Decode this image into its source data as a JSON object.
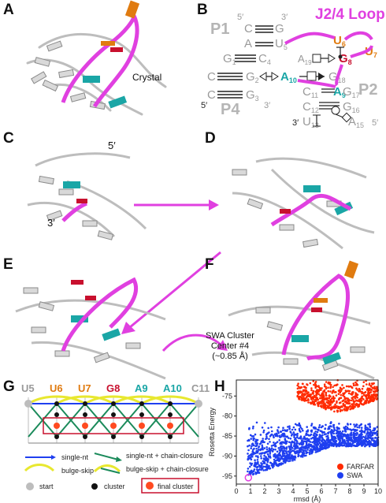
{
  "panels": {
    "A": {
      "letter": "A",
      "label": "Crystal"
    },
    "B": {
      "letter": "B",
      "title": "J2/4 Loop",
      "p1": "P1",
      "p2": "P2",
      "p4": "P4",
      "five_top": "5′",
      "three_top": "3′",
      "five_left": "5′",
      "three_left": "3′",
      "five_right": "5′",
      "three_bottom": "3′",
      "nts": {
        "C_p1": "C",
        "G_p1": "G",
        "A_p1": "A",
        "U5": "U5",
        "G1": "G1",
        "C4": "C4",
        "C_left": "C",
        "G2": "G2",
        "A10": "A10",
        "G18": "G18",
        "C_p4": "C",
        "G3": "G3",
        "A9": "A9",
        "C11": "C11",
        "G17": "G17",
        "C12": "C12",
        "G16": "G16",
        "U13": "U13",
        "A15": "A15",
        "G14": "G14",
        "U6": "U6",
        "G8": "G8",
        "U7": "U7",
        "A19": "A19"
      }
    },
    "C": {
      "letter": "C",
      "five": "5′",
      "three": "3′"
    },
    "D": {
      "letter": "D"
    },
    "E": {
      "letter": "E"
    },
    "F": {
      "letter": "F",
      "label_lines": [
        "SWA Cluster",
        "Center #4",
        "(~0.85 Å)"
      ]
    },
    "G": {
      "letter": "G",
      "columns": [
        {
          "name": "U5",
          "color": "#9a9a9a"
        },
        {
          "name": "U6",
          "color": "#e07b10"
        },
        {
          "name": "U7",
          "color": "#e07b10"
        },
        {
          "name": "G8",
          "color": "#c8102e"
        },
        {
          "name": "A9",
          "color": "#1aa6a6"
        },
        {
          "name": "A10",
          "color": "#1aa6a6"
        },
        {
          "name": "C11",
          "color": "#9a9a9a"
        }
      ],
      "legend": {
        "single_nt": "single-nt",
        "single_nt_chain": "single-nt + chain-closure",
        "bulge_skip": "bulge-skip",
        "bulge_skip_chain": "bulge-skip + chain-closure",
        "start": "start",
        "cluster": "cluster",
        "final_cluster": "final cluster"
      }
    },
    "H": {
      "letter": "H"
    }
  },
  "colors": {
    "magenta": "#e040e0",
    "orange": "#e07b10",
    "red": "#c8102e",
    "cyan": "#1aa6a6",
    "farfar": "#ff2a00",
    "swa": "#1f3ff0",
    "grey": "#9a9a9a"
  },
  "chart_data": {
    "type": "scatter",
    "title": "",
    "xlabel": "rmsd (Å)",
    "ylabel": "Rosetta Energy",
    "xlim": [
      0,
      10
    ],
    "ylim": [
      -97,
      -71
    ],
    "xticks": [
      0,
      1,
      2,
      3,
      4,
      5,
      6,
      7,
      8,
      9,
      10
    ],
    "yticks": [
      -95,
      -90,
      -85,
      -80,
      -75
    ],
    "legend_position": "bottom-right",
    "series": [
      {
        "name": "FARFAR",
        "color": "#ff2a00",
        "region": {
          "x": [
            4.3,
            10
          ],
          "y_top": -71,
          "y_bottom": -80,
          "center_x": 7.2,
          "bottom_at_center": -79.5
        },
        "count": 600
      },
      {
        "name": "SWA",
        "color": "#1f3ff0",
        "region": {
          "x": [
            0.8,
            10
          ],
          "y_top": -81.5,
          "y_bottom": -95,
          "center_x": 1.0,
          "bottom_at_center": -95
        },
        "count": 1400
      }
    ],
    "highlight_point": {
      "x": 0.85,
      "y": -95.4
    }
  }
}
